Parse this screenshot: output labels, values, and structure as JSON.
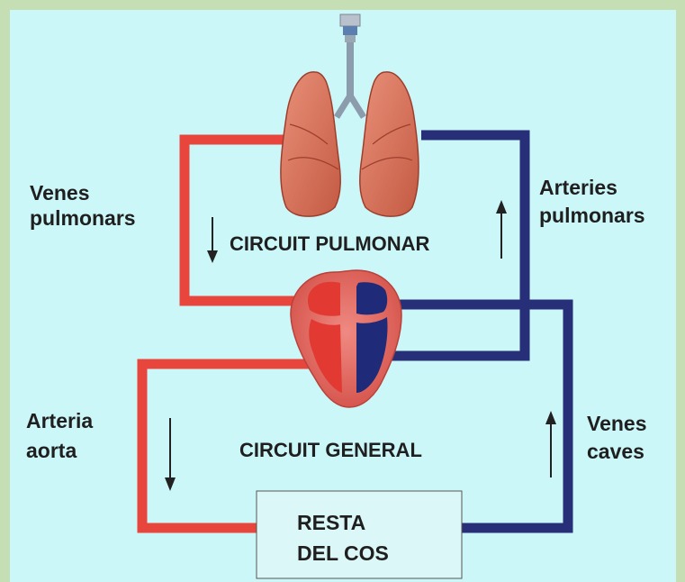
{
  "labels": {
    "venes_pulmonars": [
      "Venes",
      "pulmonars"
    ],
    "arteries_pulmonars": [
      "Arteries",
      "pulmonars"
    ],
    "circuit_pulmonar": "CIRCUIT PULMONAR",
    "arteria_aorta": [
      "Arteria",
      "aorta"
    ],
    "venes_caves": [
      "Venes",
      "caves"
    ],
    "circuit_general": "CIRCUIT GENERAL",
    "resta_del_cos": [
      "RESTA",
      "DEL COS"
    ]
  },
  "colors": {
    "frame": "#c6deb4",
    "background": "#ccf7f9",
    "oxygenated": "#e8463c",
    "deoxygenated": "#262f78",
    "lung": "#dd7a60",
    "heart": "#e66b63",
    "box": "#dcf7f7"
  }
}
